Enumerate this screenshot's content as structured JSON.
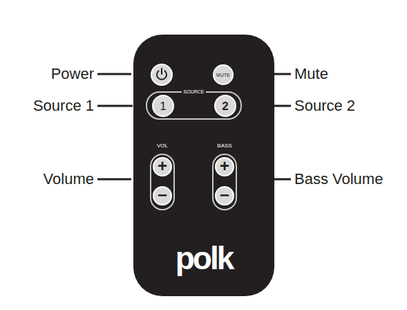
{
  "diagram": {
    "nodes": [
      {
        "text": [
          "polk"
        ]
      },
      {
        "text": [
          "MUTE"
        ],
        "in": 0
      },
      {
        "text": [
          "SOURCE"
        ],
        "in": 0
      },
      {
        "text": [
          "1"
        ],
        "in": 2
      },
      {
        "text": [
          "2"
        ],
        "in": 2
      },
      {
        "text": [
          "VOL"
        ],
        "in": 0
      },
      {
        "text": [
          "+"
        ],
        "in": 5
      },
      {
        "text": [
          "−"
        ],
        "in": 5
      },
      {
        "text": [
          "BASS"
        ],
        "in": 0
      },
      {
        "text": [
          "+"
        ],
        "in": 8
      },
      {
        "text": [
          "−"
        ],
        "in": 8
      }
    ],
    "labels": [
      "Power",
      "Mute",
      "Source 1",
      "Source 2",
      "Volume",
      "Bass Volume"
    ]
  }
}
